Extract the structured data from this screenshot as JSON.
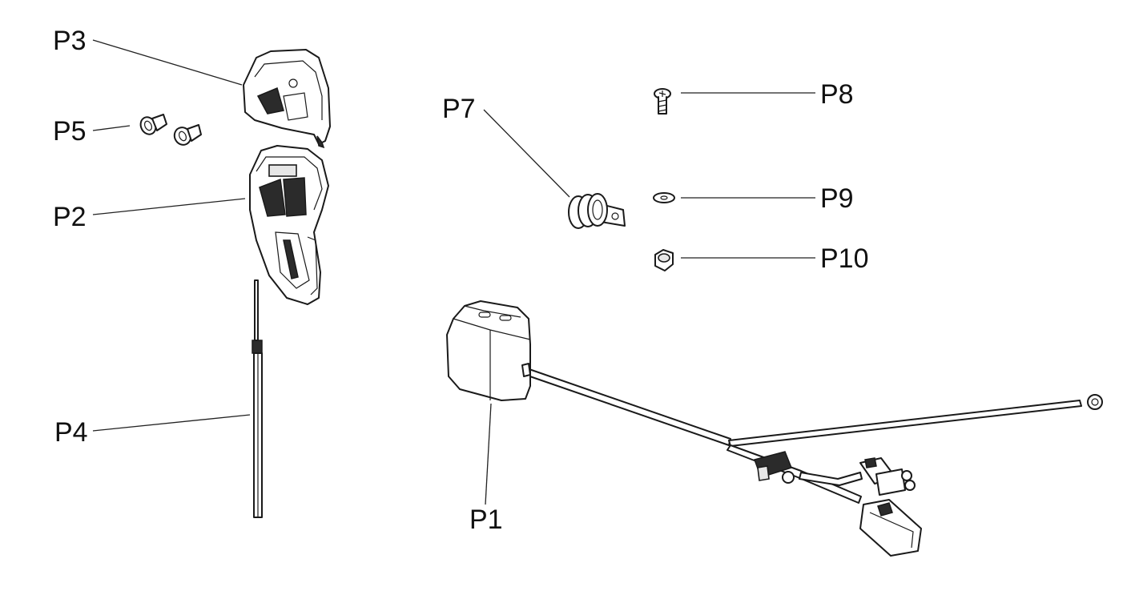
{
  "diagram": {
    "labels": {
      "p1": "P1",
      "p2": "P2",
      "p3": "P3",
      "p4": "P4",
      "p5": "P5",
      "p7": "P7",
      "p8": "P8",
      "p9": "P9",
      "p10": "P10"
    }
  }
}
